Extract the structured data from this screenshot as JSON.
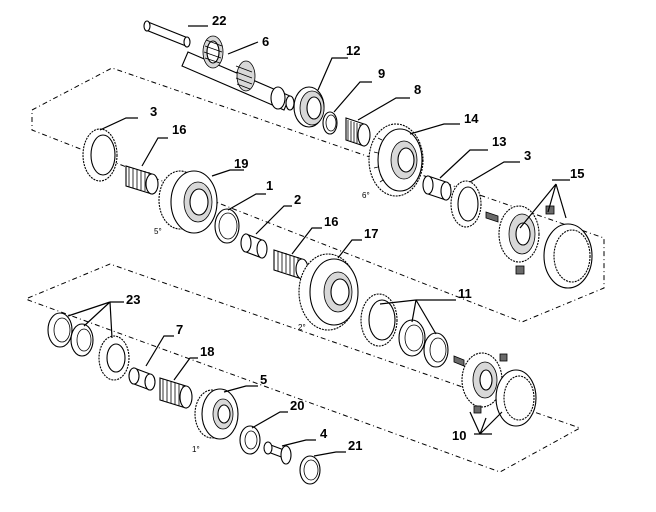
{
  "callouts": {
    "c22": "22",
    "c6": "6",
    "c12": "12",
    "c9": "9",
    "c8": "8",
    "c3a": "3",
    "c16a": "16",
    "c14": "14",
    "c13": "13",
    "c3b": "3",
    "c15": "15",
    "c19": "19",
    "c1": "1",
    "c2": "2",
    "c16b": "16",
    "c17": "17",
    "c11": "11",
    "c23": "23",
    "c7": "7",
    "c18": "18",
    "c5": "5",
    "c20": "20",
    "c4": "4",
    "c21": "21",
    "c10": "10"
  },
  "gear_labels": {
    "g6": "6°",
    "g5": "5°",
    "g2": "2°",
    "g1": "1°"
  }
}
